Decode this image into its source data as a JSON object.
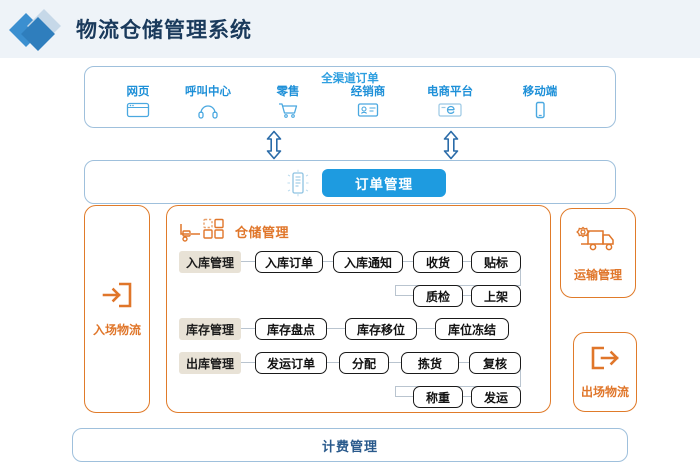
{
  "header": {
    "title": "物流仓储管理系统",
    "logo_icon": "diamond-logo",
    "bg_color": "#eef3f8",
    "title_color": "#1a3a5c"
  },
  "channels": {
    "group_label": "全渠道订单",
    "items": [
      {
        "label": "网页",
        "icon": "browser-window-icon"
      },
      {
        "label": "呼叫中心",
        "icon": "headset-icon"
      },
      {
        "label": "零售",
        "icon": "shopping-cart-icon"
      },
      {
        "label": "经销商",
        "icon": "id-card-icon"
      },
      {
        "label": "电商平台",
        "icon": "ecommerce-card-icon"
      },
      {
        "label": "移动端",
        "icon": "mobile-phone-icon"
      }
    ],
    "accent_color": "#1e90d8"
  },
  "arrows": {
    "icon": "double-headed-vertical-arrow-icon",
    "color": "#2a6ba8",
    "count": 2
  },
  "order": {
    "doc_icon": "order-document-icon",
    "button_label": "订单管理",
    "button_color": "#1e9be0"
  },
  "side_panels": {
    "inbound": {
      "label": "入场物流",
      "icon": "arrow-into-box-icon"
    },
    "transport": {
      "label": "运输管理",
      "icon": "truck-gear-icon"
    },
    "outbound": {
      "label": "出场物流",
      "icon": "arrow-out-of-box-icon"
    },
    "color": "#e0762a"
  },
  "warehouse": {
    "title": "仓储管理",
    "icon": "forklift-boxes-icon",
    "rows": [
      {
        "category": "入库管理",
        "nodes_line1": [
          "入库订单",
          "入库通知",
          "收货",
          "贴标"
        ],
        "nodes_line2": [
          "质检",
          "上架"
        ]
      },
      {
        "category": "库存管理",
        "nodes_line1": [
          "库存盘点",
          "库存移位",
          "库位冻结"
        ],
        "nodes_line2": []
      },
      {
        "category": "出库管理",
        "nodes_line1": [
          "发运订单",
          "分配",
          "拣货",
          "复核"
        ],
        "nodes_line2": [
          "称重",
          "发运"
        ]
      }
    ]
  },
  "billing": {
    "label": "计费管理",
    "color": "#2a5a8c"
  }
}
